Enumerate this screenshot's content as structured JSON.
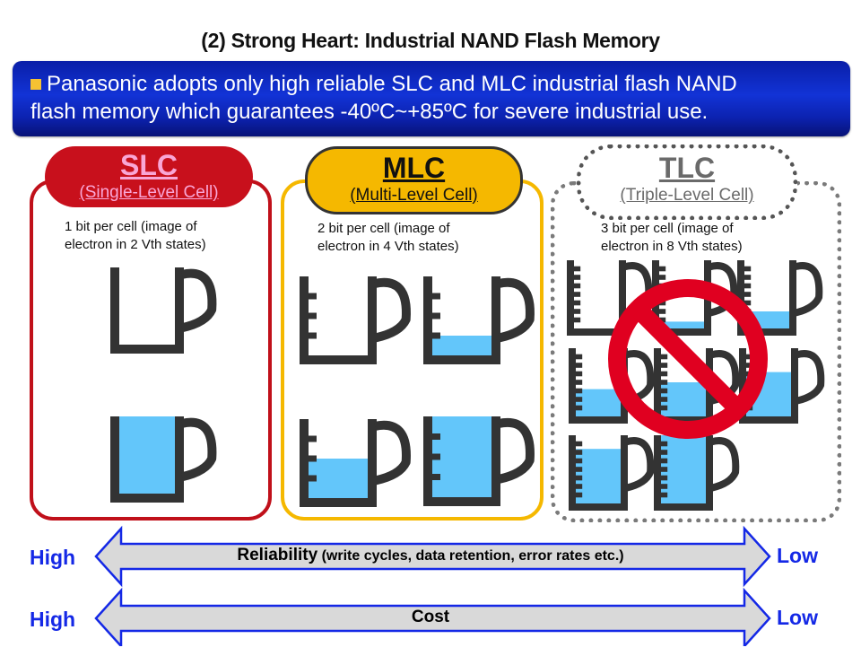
{
  "title": "(2) Strong Heart: Industrial NAND Flash Memory",
  "banner": {
    "bullet_color": "#f6c232",
    "line1": "Panasonic adopts only high reliable SLC and MLC industrial flash NAND",
    "line2": "flash memory which guarantees -40ºC~+85ºC for severe industrial use."
  },
  "panels": [
    {
      "id": "slc",
      "abbrev": "SLC",
      "full_name": "(Single-Level Cell)",
      "desc_line1": "1 bit per cell (image of",
      "desc_line2": "electron in 2 Vth states)",
      "color": "#c8101c",
      "states": 2,
      "fill_levels": [
        0,
        1
      ],
      "crossed_out": false
    },
    {
      "id": "mlc",
      "abbrev": "MLC",
      "full_name": "(Multi-Level Cell)",
      "desc_line1": "2 bit per cell (image of",
      "desc_line2": "electron in 4 Vth states)",
      "color": "#f5b800",
      "states": 4,
      "fill_levels": [
        0,
        0.25,
        0.5,
        1
      ],
      "crossed_out": false
    },
    {
      "id": "tlc",
      "abbrev": "TLC",
      "full_name": "(Triple-Level Cell)",
      "desc_line1": "3 bit per cell (image of",
      "desc_line2": "electron in 8 Vth states)",
      "color": "#7a7a7a",
      "states": 8,
      "fill_levels": [
        0,
        0.1,
        0.25,
        0.4,
        0.5,
        0.65,
        0.8,
        1
      ],
      "crossed_out": true,
      "prohibited_icon": "no-symbol-icon"
    }
  ],
  "colors": {
    "mug": "#333333",
    "water": "#63c6fa",
    "prohibit": "#e00020",
    "arrow_fill": "#d9d9d9",
    "arrow_stroke": "#1428e6",
    "end_label": "#1428e6"
  },
  "scales": [
    {
      "id": "reliability",
      "label": "Reliability",
      "sub": " (write cycles, data retention, error rates etc.)",
      "left": "High",
      "right": "Low"
    },
    {
      "id": "cost",
      "label": "Cost",
      "sub": "",
      "left": "High",
      "right": "Low"
    }
  ]
}
